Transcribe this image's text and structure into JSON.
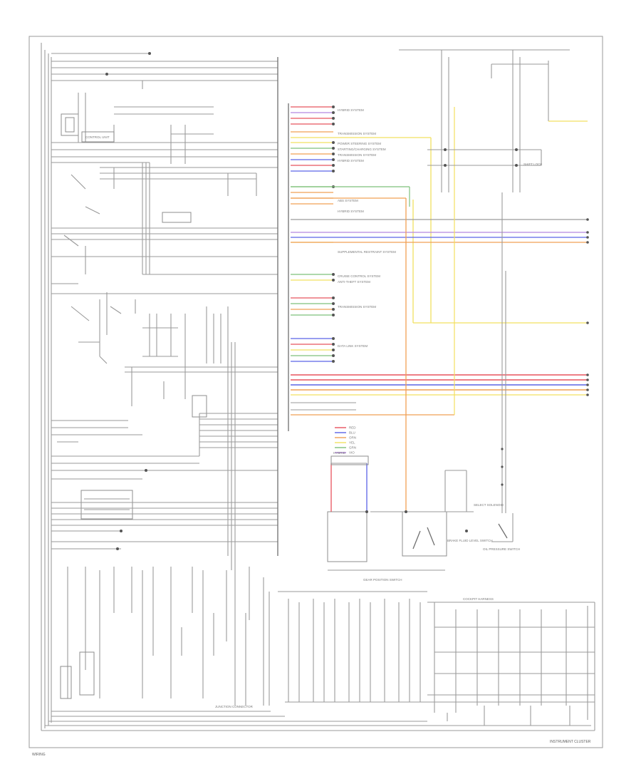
{
  "footer": {
    "left_label": "WIRING",
    "right_label": "INSTRUMENT CLUSTER"
  },
  "components": {
    "hybrid_label": "HYBRID",
    "gear_position_switch": "GEAR POSITION SWITCH",
    "cockpit_harness": "COCKPIT HARNESS",
    "junction_connector": "JUNCTION CONNECTOR",
    "shift_lock": "SHIFT LOCK",
    "select_solenoid": "SELECT SOLENOID",
    "brake_fluid": "BRAKE FLUID LEVEL SWITCH",
    "oil_pressure": "OIL PRESSURE SWITCH"
  },
  "systems": [
    "HYBRID SYSTEM",
    "TRANSMISSION SYSTEM",
    "POWER STEERING SYSTEM",
    "STARTING/CHARGING SYSTEM",
    "TRANSMISSION SYSTEM",
    "HYBRID SYSTEM",
    "ABS SYSTEM",
    "HYBRID SYSTEM",
    "SUPPLEMENTAL RESTRAINT SYSTEM",
    "CRUISE CONTROL SYSTEM",
    "ANTI-THEFT SYSTEM",
    "TRANSMISSION SYSTEM",
    "DATA LINK SYSTEM"
  ],
  "wire_colors": {
    "red": "#e8535d",
    "blue": "#5a64e6",
    "orange": "#f0a055",
    "yellow": "#f2e060",
    "green": "#7ec07a",
    "violet": "#b486e0",
    "gray": "#9a9a9a"
  },
  "left_pins": [
    {
      "label": "RED",
      "color": "#e8535d"
    },
    {
      "label": "BLU",
      "color": "#5a64e6"
    },
    {
      "label": "ORN",
      "color": "#f0a055"
    },
    {
      "label": "YEL",
      "color": "#f2e060"
    },
    {
      "label": "GRN",
      "color": "#7ec07a"
    },
    {
      "label": "VIO",
      "color": "#b486e0"
    }
  ]
}
